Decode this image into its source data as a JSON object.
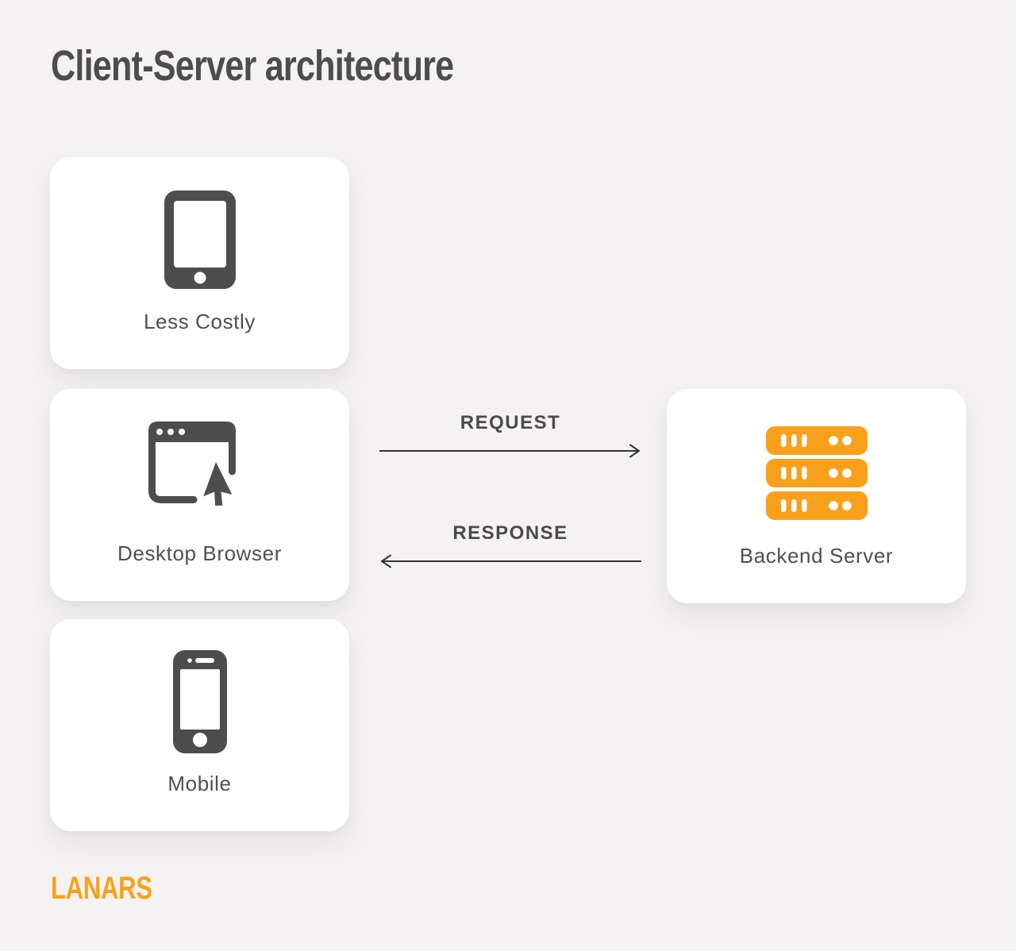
{
  "page": {
    "title": "Client-Server architecture",
    "background_color": "#f4f3f2",
    "title_color": "#4d4d4d"
  },
  "cards": {
    "less_costly": {
      "label": "Less Costly",
      "icon": "tablet-icon"
    },
    "desktop_browser": {
      "label": "Desktop Browser",
      "icon": "browser-cursor-icon"
    },
    "mobile": {
      "label": "Mobile",
      "icon": "smartphone-icon"
    },
    "backend_server": {
      "label": "Backend Server",
      "icon": "server-stack-icon"
    }
  },
  "arrows": {
    "request": {
      "label": "REQUEST",
      "direction": "right"
    },
    "response": {
      "label": "RESPONSE",
      "direction": "left"
    }
  },
  "footer": {
    "logo_text": "LANARS"
  },
  "colors": {
    "icon_gray": "#4d4d4d",
    "server_orange": "#f9a01b",
    "label_text": "#4f4f4f",
    "arrow": "#333333",
    "logo_orange": "#f9a11b",
    "card_background": "#ffffff"
  }
}
